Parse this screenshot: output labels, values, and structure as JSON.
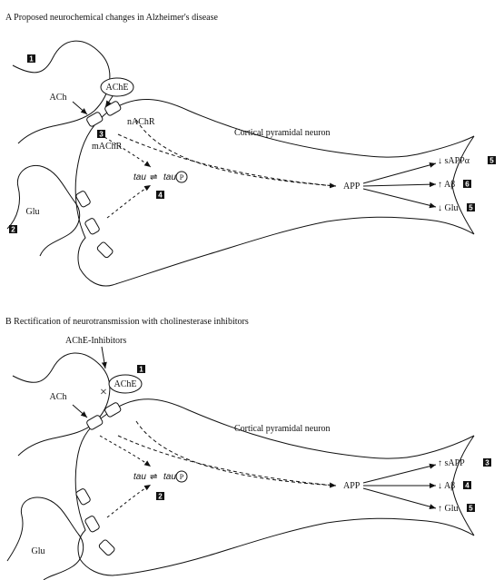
{
  "panelA": {
    "title": "A  Proposed neurochemical changes in Alzheimer's disease",
    "labels": {
      "ach": "ACh",
      "ache": "AChE",
      "nachr": "nAChR",
      "machr": "mAChR",
      "neuron": "Cortical pyramidal neuron",
      "glu": "Glu",
      "tau": "tau",
      "tauP": "tau-",
      "p": "P",
      "app": "APP",
      "out1": "↓ sAPPα",
      "out2": "↑ Aβ",
      "out3": "↓ Glu"
    },
    "badges": [
      "1",
      "2",
      "3",
      "4",
      "5",
      "6",
      "5"
    ]
  },
  "panelB": {
    "title": "B  Rectification of neurotransmission with cholinesterase inhibitors",
    "labels": {
      "inhibitors": "AChE-Inhibitors",
      "ach": "ACh",
      "ache": "AChE",
      "neuron": "Cortical pyramidal neuron",
      "glu": "Glu",
      "tau": "tau",
      "tauP": "tau-",
      "p": "P",
      "app": "APP",
      "out1": "↑ sAPP",
      "out2": "↓ Aβ",
      "out3": "↑ Glu"
    },
    "badges": [
      "1",
      "2",
      "3",
      "4",
      "5"
    ]
  }
}
